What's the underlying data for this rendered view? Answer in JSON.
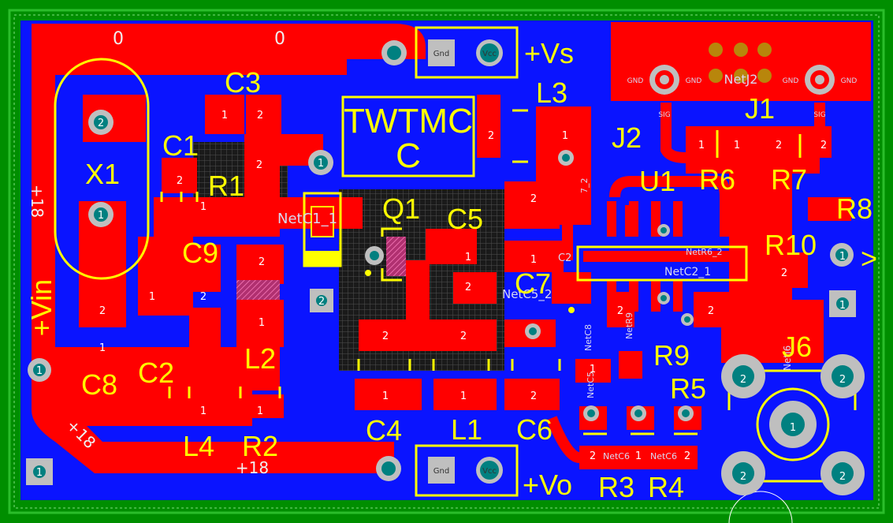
{
  "board": {
    "colors": {
      "background": "#008e00",
      "board_edge": "#2bbd2b",
      "bottom_copper": "#0a14ff",
      "top_copper": "#ff0000",
      "silkscreen": "#ffff00",
      "via_ring": "#bfbfbf",
      "via_hole": "#008080",
      "grid_area": "#1a1a1a"
    },
    "components": [
      {
        "name": "X1",
        "ref": "X1"
      },
      {
        "name": "C1",
        "ref": "C1"
      },
      {
        "name": "C2",
        "ref": "C2"
      },
      {
        "name": "C3",
        "ref": "C3"
      },
      {
        "name": "C4",
        "ref": "C4"
      },
      {
        "name": "C5",
        "ref": "C5"
      },
      {
        "name": "C6",
        "ref": "C6"
      },
      {
        "name": "C7",
        "ref": "C7"
      },
      {
        "name": "C8",
        "ref": "C8"
      },
      {
        "name": "C9",
        "ref": "C9"
      },
      {
        "name": "R1",
        "ref": "R1"
      },
      {
        "name": "R2",
        "ref": "R2"
      },
      {
        "name": "R3",
        "ref": "R3"
      },
      {
        "name": "R4",
        "ref": "R4"
      },
      {
        "name": "R5",
        "ref": "R5"
      },
      {
        "name": "R6",
        "ref": "R6"
      },
      {
        "name": "R7",
        "ref": "R7"
      },
      {
        "name": "R8",
        "ref": "R8"
      },
      {
        "name": "R9",
        "ref": "R9"
      },
      {
        "name": "R10",
        "ref": "R10"
      },
      {
        "name": "L1",
        "ref": "L1"
      },
      {
        "name": "L2",
        "ref": "L2"
      },
      {
        "name": "L3",
        "ref": "L3"
      },
      {
        "name": "L4",
        "ref": "L4"
      },
      {
        "name": "Q1",
        "ref": "Q1"
      },
      {
        "name": "U1",
        "ref": "U1"
      },
      {
        "name": "J1",
        "ref": "J1"
      },
      {
        "name": "J2",
        "ref": "J2"
      },
      {
        "name": "J6",
        "ref": "J6"
      }
    ],
    "labels": {
      "vs": "+Vs",
      "vo": "+Vo",
      "vin": "+Vin",
      "twtmc_line1": "TWTMC",
      "twtmc_line2": "C",
      "arrow": ">",
      "gnd": "Gnd",
      "vcc": "Vcc",
      "sig": "SIG",
      "gnd_small": "GND"
    },
    "net_labels": {
      "plus18": "+18",
      "zero": "0",
      "netc1_1": "NetC1_1",
      "netc2_1": "NetC2_1",
      "netr6_2": "NetR6_2",
      "netc5_2": "NetC5_2",
      "netc6": "NetC6",
      "netr9": "NetR9",
      "netc5": "NetC5",
      "netc8": "NetC8",
      "netj6": "NetJ6",
      "netc2": "C2",
      "netj2": "NetJ2",
      "l3_2": "7_2"
    },
    "pad_numbers": {
      "one": "1",
      "two": "2"
    }
  }
}
